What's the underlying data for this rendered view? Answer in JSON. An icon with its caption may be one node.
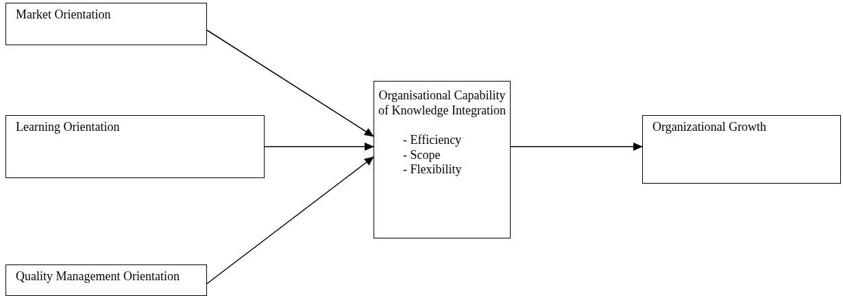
{
  "diagram": {
    "nodes": [
      {
        "text": [
          "Market Orientation"
        ]
      },
      {
        "text": [
          "Learning Orientation"
        ]
      },
      {
        "text": [
          "Quality Management Orientation"
        ]
      },
      {
        "text": [
          "Organisational Capability of Knowledge Integration",
          "- Efficiency",
          "- Scope",
          "- Flexibility"
        ]
      },
      {
        "text": [
          "Organizational Growth"
        ]
      }
    ],
    "edges": [
      {
        "from": 0,
        "to": 3,
        "arrow": "to"
      },
      {
        "from": 1,
        "to": 3,
        "arrow": "to"
      },
      {
        "from": 2,
        "to": 3,
        "arrow": "to"
      },
      {
        "from": 3,
        "to": 4,
        "arrow": "to"
      }
    ]
  }
}
